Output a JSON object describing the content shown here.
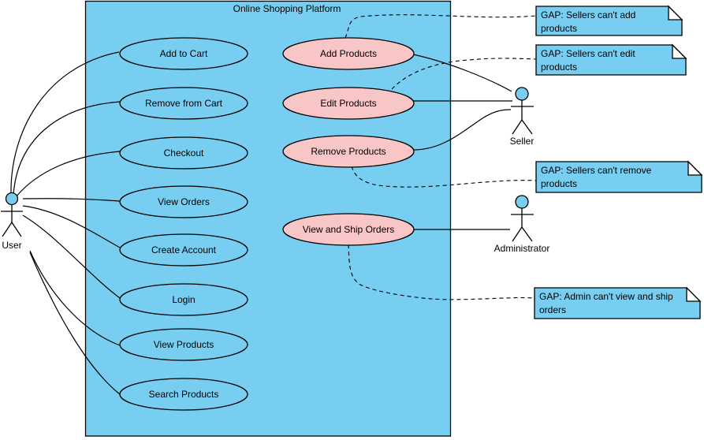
{
  "diagram": {
    "title": "Online Shopping Platform",
    "type": "uml-use-case-diagram",
    "actors": {
      "user": "User",
      "seller": "Seller",
      "administrator": "Administrator"
    },
    "use_cases": {
      "add_to_cart": "Add to Cart",
      "remove_from_cart": "Remove from Cart",
      "checkout": "Checkout",
      "view_orders": "View Orders",
      "create_account": "Create Account",
      "login": "Login",
      "view_products": "View Products",
      "search_products": "Search Products",
      "add_products": "Add Products",
      "edit_products": "Edit Products",
      "remove_products": "Remove Products",
      "view_and_ship_orders": "View and Ship Orders"
    },
    "notes": {
      "gap_add": "GAP: Sellers can't add products",
      "gap_edit": "GAP: Sellers can't edit products",
      "gap_remove": "GAP: Sellers can't remove products",
      "gap_admin": "GAP: Admin can't view and ship orders"
    },
    "colors": {
      "system_fill": "#77CEF1",
      "use_case_fill": "#77CEF1",
      "gap_use_case_fill": "#F9C6C7",
      "note_fill": "#77CEF1",
      "note_fold_fill": "#FFFFFF",
      "stroke": "#000000",
      "background": "#FFFFFF"
    }
  }
}
